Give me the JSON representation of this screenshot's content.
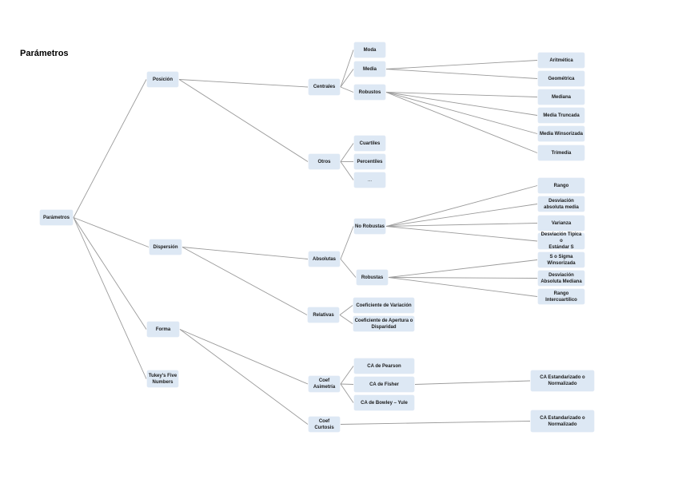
{
  "title": "Parámetros",
  "nodes": {
    "root": "Parámetros",
    "posicion": "Posición",
    "dispersion": "Dispersión",
    "forma": "Forma",
    "tukey": "Tukey's Five\nNumbers",
    "centrales": "Centrales",
    "otros": "Otros",
    "absolutas": "Absolutas",
    "relativas": "Relativas",
    "coef_asimetria": "Coef\nAsimetría",
    "coef_curtosis": "Coef Curtosis",
    "moda": "Moda",
    "media": "Media",
    "robustos": "Robustos",
    "cuartiles": "Cuartiles",
    "percentiles": "Percentiles",
    "etc": "...",
    "no_robustas": "No Robustas",
    "robustas": "Robustas",
    "coef_variacion": "Coeficiente de Variación",
    "coef_apertura": "Coeficiente de Apertura o\nDisparidad",
    "ca_pearson": "CA de Pearson",
    "ca_fisher": "CA de Fisher",
    "ca_bowley": "CA de Bowley – Yule",
    "aritmetica": "Aritmética",
    "geometrica": "Geométrica",
    "mediana": "Mediana",
    "media_truncada": "Media Truncada",
    "media_winsorizada": "Media Winsorizada",
    "trimedia": "Trimedia",
    "rango": "Rango",
    "desv_abs_media": "Desviación\nabsoluta media",
    "varianza": "Varianza",
    "desv_tipica": "Desviación Típica o\nEstándar S",
    "s_sigma": "S o Sigma\nWinsorizada",
    "desv_abs_mediana": "Desviación\nAbsoluta Mediana",
    "rango_iq": "Rango\nIntercuartílico",
    "ca_estandarizado_1": "CA Estandarizado o\nNormalizado",
    "ca_estandarizado_2": "CA Estandarizado o\nNormalizado"
  },
  "edges": [
    [
      "root",
      "posicion"
    ],
    [
      "root",
      "dispersion"
    ],
    [
      "root",
      "forma"
    ],
    [
      "root",
      "tukey"
    ],
    [
      "posicion",
      "centrales"
    ],
    [
      "posicion",
      "otros"
    ],
    [
      "centrales",
      "moda"
    ],
    [
      "centrales",
      "media"
    ],
    [
      "centrales",
      "robustos"
    ],
    [
      "media",
      "aritmetica"
    ],
    [
      "media",
      "geometrica"
    ],
    [
      "robustos",
      "mediana"
    ],
    [
      "robustos",
      "media_truncada"
    ],
    [
      "robustos",
      "media_winsorizada"
    ],
    [
      "robustos",
      "trimedia"
    ],
    [
      "otros",
      "cuartiles"
    ],
    [
      "otros",
      "percentiles"
    ],
    [
      "otros",
      "etc"
    ],
    [
      "dispersion",
      "absolutas"
    ],
    [
      "dispersion",
      "relativas"
    ],
    [
      "absolutas",
      "no_robustas"
    ],
    [
      "absolutas",
      "robustas"
    ],
    [
      "no_robustas",
      "rango"
    ],
    [
      "no_robustas",
      "desv_abs_media"
    ],
    [
      "no_robustas",
      "varianza"
    ],
    [
      "no_robustas",
      "desv_tipica"
    ],
    [
      "robustas",
      "s_sigma"
    ],
    [
      "robustas",
      "desv_abs_mediana"
    ],
    [
      "robustas",
      "rango_iq"
    ],
    [
      "relativas",
      "coef_variacion"
    ],
    [
      "relativas",
      "coef_apertura"
    ],
    [
      "forma",
      "coef_asimetria"
    ],
    [
      "forma",
      "coef_curtosis"
    ],
    [
      "coef_asimetria",
      "ca_pearson"
    ],
    [
      "coef_asimetria",
      "ca_fisher"
    ],
    [
      "coef_asimetria",
      "ca_bowley"
    ],
    [
      "ca_fisher",
      "ca_estandarizado_1"
    ],
    [
      "coef_curtosis",
      "ca_estandarizado_2"
    ]
  ],
  "colors": {
    "node_fill": "#dde8f4",
    "edge": "#9a9a9a"
  }
}
